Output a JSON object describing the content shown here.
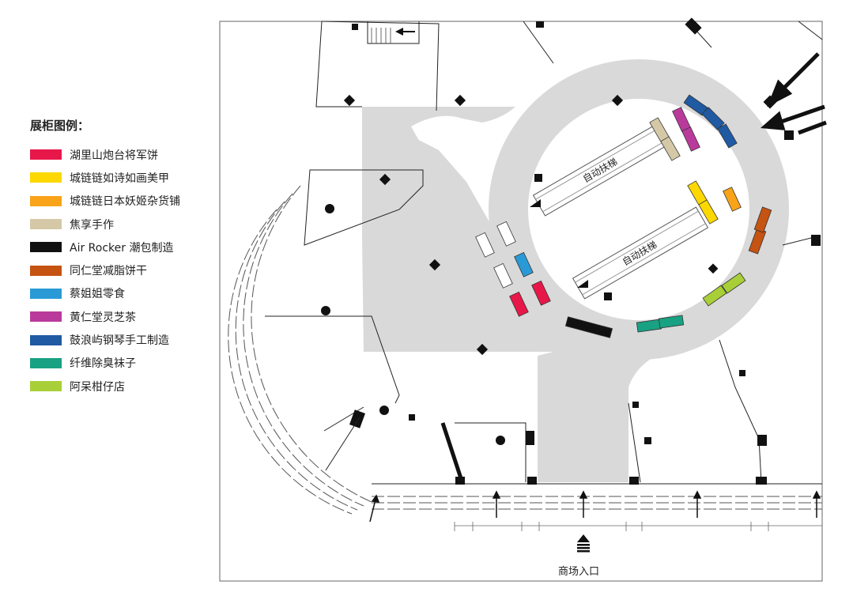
{
  "legend": {
    "title": "展柜图例：",
    "items": [
      {
        "label": "湖里山炮台将军饼",
        "color": "#e8174a"
      },
      {
        "label": "城链链如诗如画美甲",
        "color": "#fcd800"
      },
      {
        "label": "城链链日本妖姬杂货铺",
        "color": "#f9a319"
      },
      {
        "label": "焦享手作",
        "color": "#d4c8a6"
      },
      {
        "label": "Air Rocker 潮包制造",
        "color": "#111111"
      },
      {
        "label": "同仁堂减脂饼干",
        "color": "#c55312"
      },
      {
        "label": "蔡姐姐零食",
        "color": "#2a9ad6"
      },
      {
        "label": "黄仁堂灵芝茶",
        "color": "#ba3a9c"
      },
      {
        "label": "鼓浪屿钢琴手工制造",
        "color": "#1f5aa3"
      },
      {
        "label": "纤维除臭袜子",
        "color": "#19a183"
      },
      {
        "label": "阿呆柑仔店",
        "color": "#a8cf38"
      }
    ]
  },
  "map": {
    "escalator_label": "自动扶梯",
    "entrance_label": "商场入口",
    "corridor_color": "#d9d9d9",
    "wall_color": "#111111"
  }
}
